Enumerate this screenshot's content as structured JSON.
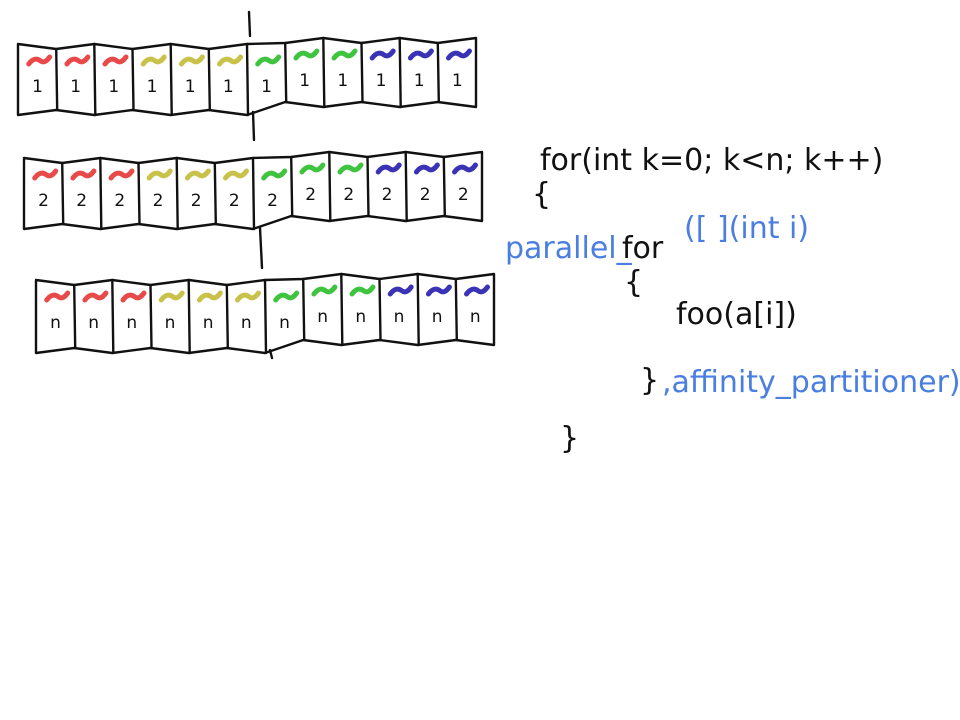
{
  "arrays": [
    {
      "label": "1",
      "colors": [
        "#e84a4a",
        "#e84a4a",
        "#e84a4a",
        "#c9c24a",
        "#c9c24a",
        "#c9c24a",
        "#3fc43f",
        "#3fc43f",
        "#3fc43f",
        "#3a33b5",
        "#3a33b5",
        "#3a33b5"
      ]
    },
    {
      "label": "2",
      "colors": [
        "#e84a4a",
        "#e84a4a",
        "#e84a4a",
        "#c9c24a",
        "#c9c24a",
        "#c9c24a",
        "#3fc43f",
        "#3fc43f",
        "#3fc43f",
        "#3a33b5",
        "#3a33b5",
        "#3a33b5"
      ]
    },
    {
      "label": "n",
      "colors": [
        "#e84a4a",
        "#e84a4a",
        "#e84a4a",
        "#c9c24a",
        "#c9c24a",
        "#c9c24a",
        "#3fc43f",
        "#3fc43f",
        "#3fc43f",
        "#3a33b5",
        "#3a33b5",
        "#3a33b5"
      ]
    }
  ],
  "code": {
    "outer_for": "for(int k=0; k<n; k++)",
    "outer_open": "{",
    "parallel_prefix": "parallel_",
    "parallel_for": "for",
    "lambda": "([ ](int i)",
    "inner_open": "{",
    "body": "foo(a[i])",
    "inner_close": "}",
    "partitioner": ",affinity_partitioner);",
    "outer_close": "}"
  },
  "colors": {
    "ink": "#111111",
    "blue": "#4a7ee0"
  }
}
